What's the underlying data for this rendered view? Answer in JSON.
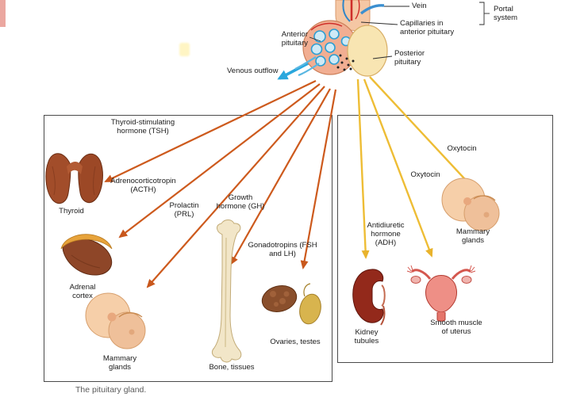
{
  "figure": {
    "caption": "The pituitary gland."
  },
  "pituitary_labels": {
    "vein": "Vein",
    "portal_system": "Portal system",
    "capillaries": "Capillaries in anterior pituitary",
    "anterior_pituitary": "Anterior pituitary",
    "posterior_pituitary": "Posterior pituitary",
    "venous_outflow": "Venous outflow"
  },
  "anterior_panel": {
    "hormones": [
      {
        "id": "tsh",
        "label": "Thyroid-stimulating hormone (TSH)"
      },
      {
        "id": "acth",
        "label": "Adrenocorticotropin (ACTH)"
      },
      {
        "id": "prl",
        "label": "Prolactin (PRL)"
      },
      {
        "id": "gh",
        "label": "Growth hormone (GH)"
      },
      {
        "id": "gonadotropins",
        "label": "Gonadotropins (FSH and LH)"
      }
    ],
    "targets": [
      {
        "label": "Thyroid"
      },
      {
        "label": "Adrenal cortex"
      },
      {
        "label": "Mammary glands"
      },
      {
        "label": "Bone, tissues"
      },
      {
        "label": "Ovaries, testes"
      }
    ]
  },
  "posterior_panel": {
    "hormones": [
      {
        "id": "oxytocin_mammary",
        "label": "Oxytocin"
      },
      {
        "id": "oxytocin_uterus",
        "label": "Oxytocin"
      },
      {
        "id": "adh",
        "label": "Antidiuretic hormone (ADH)"
      }
    ],
    "targets": [
      {
        "label": "Mammary glands"
      },
      {
        "label": "Smooth muscle of uterus"
      },
      {
        "label": "Kidney tubules"
      }
    ]
  },
  "colors": {
    "anterior_arrow": "#cd5a1d",
    "posterior_arrow": "#eebd35",
    "venous_arrow": "#2aa7dd"
  }
}
